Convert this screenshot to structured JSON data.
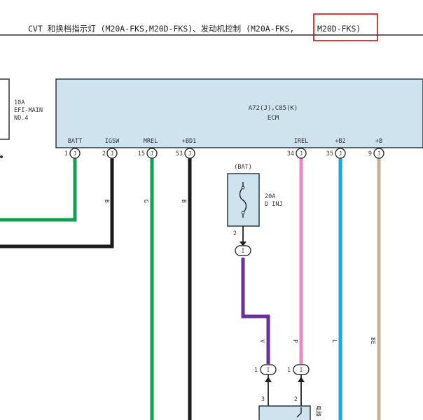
{
  "header": {
    "title_main": "CVT 和换档指示灯 (M20A-FKS,M20D-FKS)、发动机控制 (M20A-FKS,",
    "title_highlight": "M20D-FKS)"
  },
  "fuse_efi": {
    "rating": "10A",
    "name": "EFI-MAIN",
    "number": "NO.4"
  },
  "ecm": {
    "connectors": "A72(J),C85(K)",
    "name": "ECM",
    "pins": [
      {
        "label": "BATT",
        "pin": "1",
        "conn": "J",
        "wire_color": "G"
      },
      {
        "label": "IGSW",
        "pin": "2",
        "conn": "J",
        "wire_color": "B"
      },
      {
        "label": "MREL",
        "pin": "15",
        "conn": "J",
        "wire_color": "G"
      },
      {
        "label": "+BD1",
        "pin": "53",
        "conn": "J",
        "wire_color": "B"
      },
      {
        "label": "IREL",
        "pin": "34",
        "conn": "J",
        "wire_color": "P"
      },
      {
        "label": "+B2",
        "pin": "35",
        "conn": "J",
        "wire_color": "L"
      },
      {
        "label": "+B",
        "pin": "9",
        "conn": "J",
        "wire_color": "BE"
      }
    ]
  },
  "fuse_dinj": {
    "supply": "(BAT)",
    "rating": "20A",
    "name": "D INJ",
    "pin": "2",
    "conn": "I"
  },
  "purple_wire": {
    "color_code": "V",
    "pin": "1",
    "conn": "I"
  },
  "pink_wire": {
    "pin": "1",
    "conn": "I"
  },
  "relay": {
    "pin_left": "3",
    "pin_right": "2",
    "label_fragment": "电路"
  },
  "colors": {
    "green": "#10a050",
    "black": "#1a1a1a",
    "pink": "#ea88c2",
    "blue": "#19a7dd",
    "beige": "#c2b49c",
    "purple": "#6c2f9a",
    "ecm_fill": "#cfe3ee",
    "highlight": "#e03b3b"
  }
}
